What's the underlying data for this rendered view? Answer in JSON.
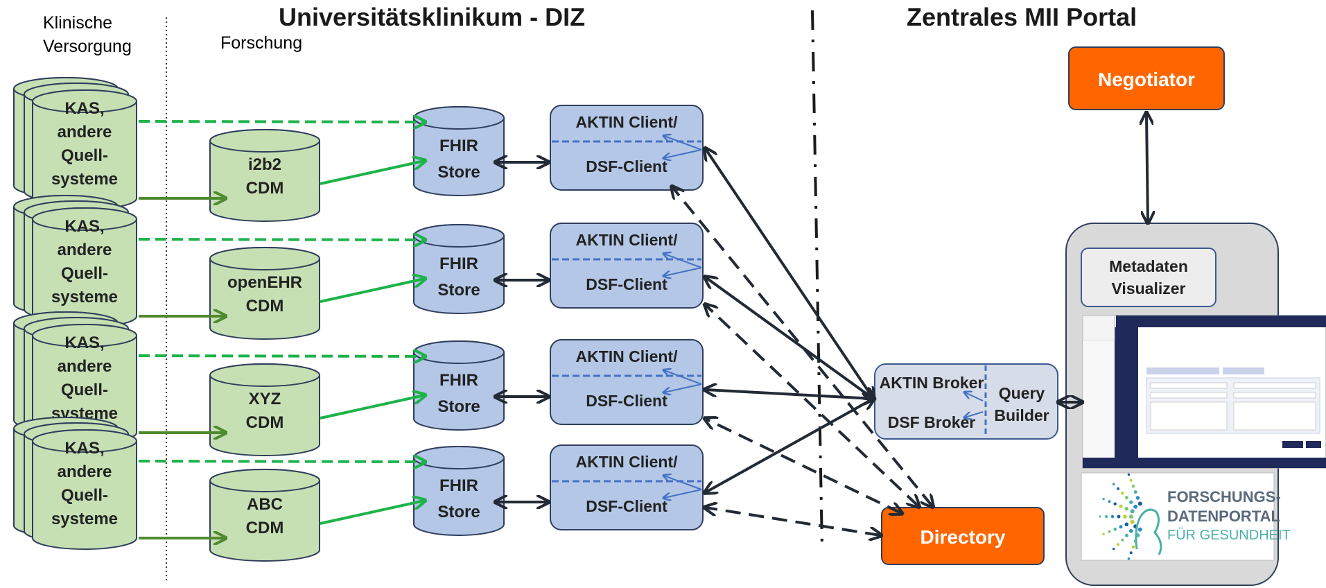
{
  "headers": {
    "clinical_care": "Klinische\nVersorgung",
    "research": "Forschung",
    "uniklinikum": "Universitätsklinikum - DIZ",
    "central_portal": "Zentrales MII Portal"
  },
  "source_label": [
    "KAS,",
    "andere",
    "Quell-",
    "systeme"
  ],
  "cdms": [
    {
      "line1": "i2b2",
      "line2": "CDM"
    },
    {
      "line1": "openEHR",
      "line2": "CDM"
    },
    {
      "line1": "XYZ",
      "line2": "CDM"
    },
    {
      "line1": "ABC",
      "line2": "CDM"
    }
  ],
  "fhir_store": {
    "line1": "FHIR",
    "line2": "Store"
  },
  "client": {
    "top": "AKTIN Client/",
    "bottom": "DSF-Client"
  },
  "broker": {
    "aktin": "AKTIN Broker",
    "dsf": "DSF Broker",
    "query1": "Query",
    "query2": "Builder"
  },
  "negotiator": "Negotiator",
  "directory": "Directory",
  "metadata": {
    "line1": "Metadaten",
    "line2": "Visualizer"
  },
  "fdp_logo": {
    "line1": "FORSCHUNGS-",
    "line2": "DATENPORTAL",
    "line3": "FÜR GESUNDHEIT"
  },
  "colors": {
    "source_fill": "#c6e0b4",
    "store_fill": "#b4c7e7",
    "box_stroke": "#2f3e5c",
    "orange": "#ff6600",
    "green_arrow": "#1db34a",
    "dark_green_arrow": "#4e8a2e",
    "dark_arrow": "#222a35",
    "blue_arrow": "#4472c4",
    "portal_fill": "#d9d9d9"
  }
}
